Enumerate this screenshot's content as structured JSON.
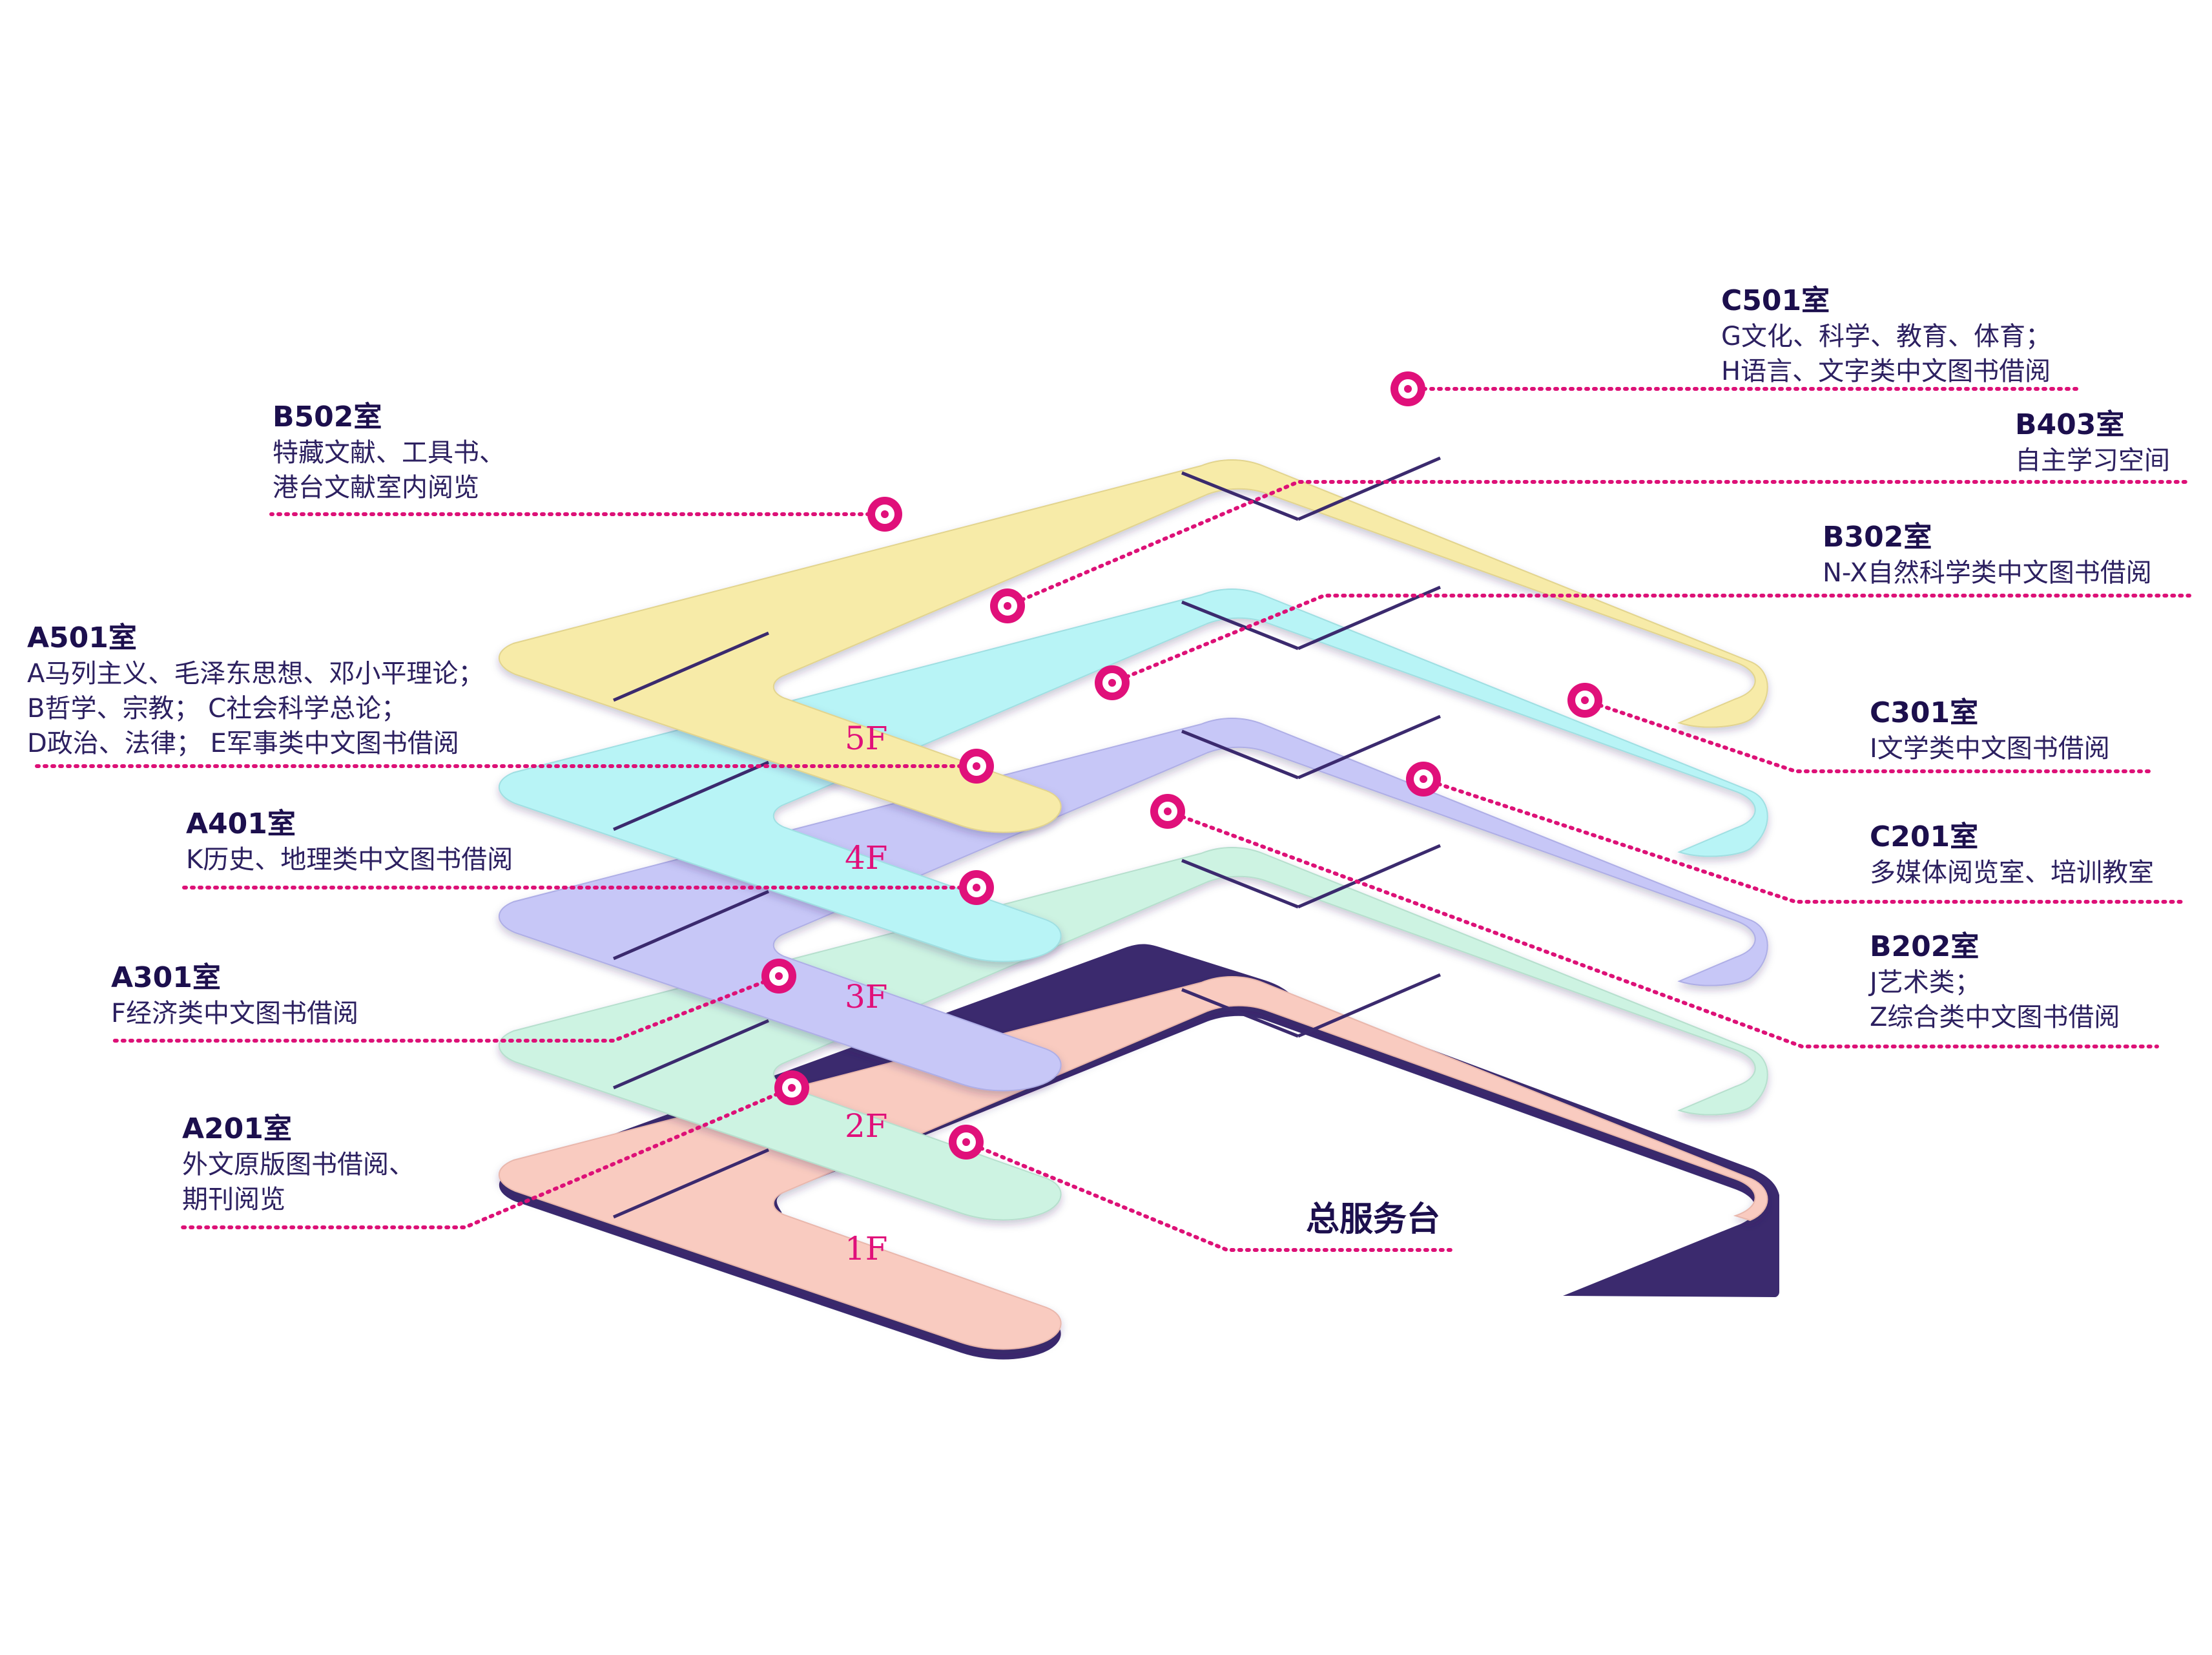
{
  "floors": [
    {
      "id": "1F",
      "label": "1F",
      "color": "#f9cbc0"
    },
    {
      "id": "2F",
      "label": "2F",
      "color": "#cdf3e2"
    },
    {
      "id": "3F",
      "label": "3F",
      "color": "#c7c7f7"
    },
    {
      "id": "4F",
      "label": "4F",
      "color": "#b8f4f6"
    },
    {
      "id": "5F",
      "label": "5F",
      "color": "#f7eba8"
    }
  ],
  "rooms": {
    "c501": {
      "title": "C501室",
      "lines": [
        "G文化、科学、教育、体育；",
        "H语言、文字类中文图书借阅"
      ]
    },
    "b502": {
      "title": "B502室",
      "lines": [
        "特藏文献、工具书、",
        "港台文献室内阅览"
      ]
    },
    "b403": {
      "title": "B403室",
      "lines": [
        "自主学习空间"
      ]
    },
    "b302": {
      "title": "B302室",
      "lines": [
        "N-X自然科学类中文图书借阅"
      ]
    },
    "a501": {
      "title": "A501室",
      "lines": [
        "A马列主义、毛泽东思想、邓小平理论；",
        "B哲学、宗教；  C社会科学总论；",
        "D政治、法律；  E军事类中文图书借阅"
      ]
    },
    "c301": {
      "title": "C301室",
      "lines": [
        "I文学类中文图书借阅"
      ]
    },
    "a401": {
      "title": "A401室",
      "lines": [
        "K历史、地理类中文图书借阅"
      ]
    },
    "c201": {
      "title": "C201室",
      "lines": [
        "多媒体阅览室、培训教室"
      ]
    },
    "b202": {
      "title": "B202室",
      "lines": [
        "J艺术类；",
        "Z综合类中文图书借阅"
      ]
    },
    "a301": {
      "title": "A301室",
      "lines": [
        "F经济类中文图书借阅"
      ]
    },
    "a201": {
      "title": "A201室",
      "lines": [
        "外文原版图书借阅、",
        "期刊阅览"
      ]
    }
  },
  "service_desk": {
    "label": "总服务台"
  },
  "colors": {
    "accent": "#e0107a",
    "text": "#1c0f4d",
    "outline": "#3b2a6e"
  }
}
